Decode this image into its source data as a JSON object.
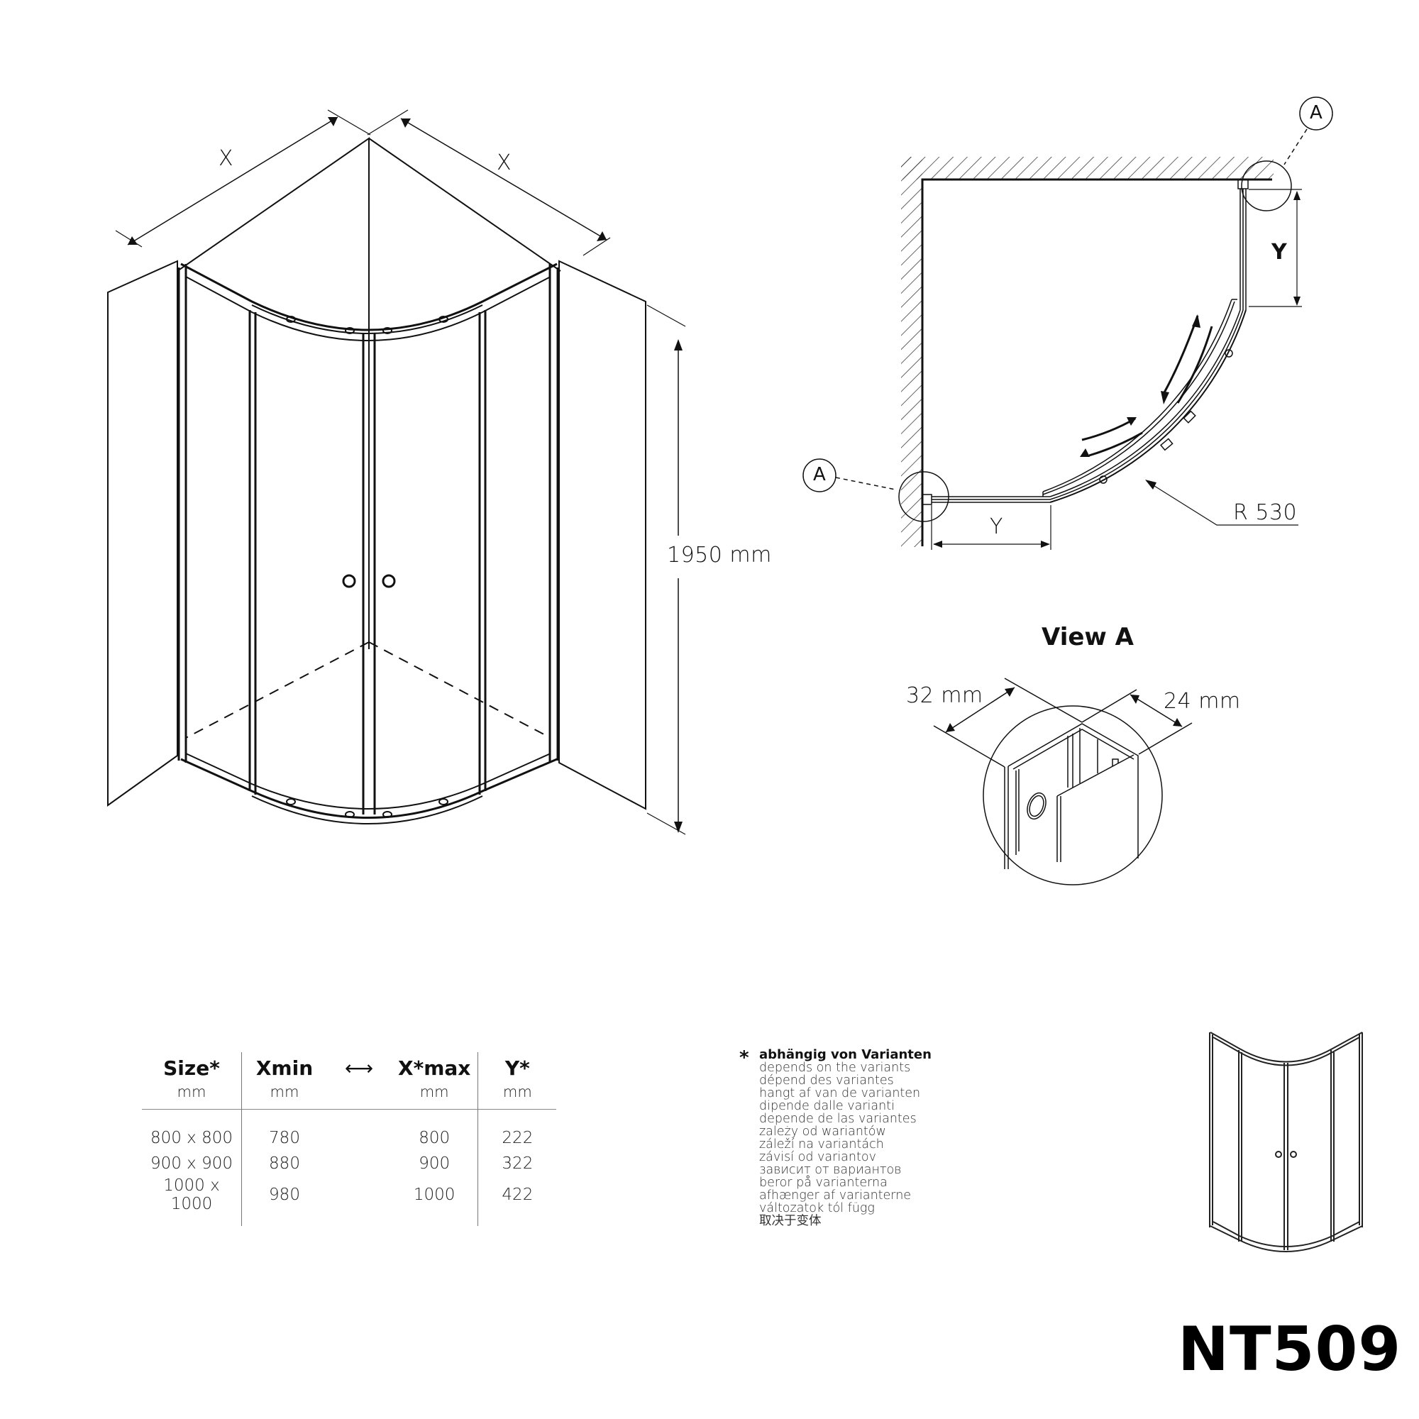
{
  "isometric_view": {
    "width_label_left": "X",
    "width_label_right": "X",
    "height_label": "1950 mm"
  },
  "plan_view": {
    "detail_marker_top": "A",
    "detail_marker_bottom": "A",
    "offset_label_vertical": "Y",
    "offset_label_horizontal": "Y",
    "radius_label": "R 530"
  },
  "detail_view": {
    "title": "View A",
    "depth_label": "32 mm",
    "width_label": "24 mm"
  },
  "size_table": {
    "headers": {
      "size": "Size*",
      "xmin": "Xmin",
      "range_arrow": "⟷",
      "xmax": "X*max",
      "y": "Y*"
    },
    "units": {
      "size": "mm",
      "xmin": "mm",
      "xmax": "mm",
      "y": "mm"
    },
    "rows": [
      {
        "size": "800 x 800",
        "xmin": "780",
        "xmax": "800",
        "y": "222"
      },
      {
        "size": "900 x 900",
        "xmin": "880",
        "xmax": "900",
        "y": "322"
      },
      {
        "size": "1000 x 1000",
        "xmin": "980",
        "xmax": "1000",
        "y": "422"
      }
    ]
  },
  "footnote": {
    "marker": "*",
    "translations": [
      "abhängig von Varianten",
      "depends on the variants",
      "dépend des variantes",
      "hangt af van de varianten",
      "dipende dalle varianti",
      "depende de las variantes",
      "zależy od wariantów",
      "záleží na variantách",
      "závisí od variantov",
      "зависит от вариантов",
      "beror på varianterna",
      "afhænger af varianterne",
      "változatok tól függ",
      "取决于变体"
    ]
  },
  "model_code": "NT509"
}
